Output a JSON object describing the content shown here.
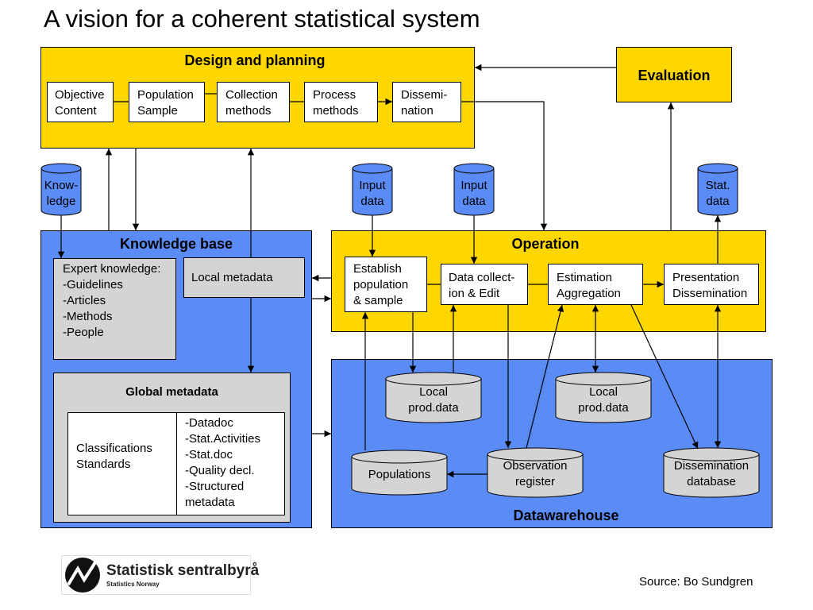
{
  "title": "A vision for a coherent statistical system",
  "design": {
    "header": "Design and planning",
    "steps": [
      "Objective\nContent",
      "Population\nSample",
      "Collection\nmethods",
      "Process\nmethods",
      "Dissemi-\nnation"
    ]
  },
  "evaluation": "Evaluation",
  "knowledge_cyl": "Know-\nledge",
  "input_cyl_1": "Input\ndata",
  "input_cyl_2": "Input\ndata",
  "stat_cyl": "Stat.\ndata",
  "knowledge_base": {
    "header": "Knowledge base",
    "expert": "Expert knowledge:\n-Guidelines\n-Articles\n-Methods\n-People",
    "local_metadata": "Local metadata",
    "global_metadata": {
      "header": "Global metadata",
      "left": "Classifications\nStandards",
      "right": "-Datadoc\n-Stat.Activities\n-Stat.doc\n-Quality decl.\n-Structured\n metadata"
    }
  },
  "operation": {
    "header": "Operation",
    "steps": [
      "Establish\npopulation\n& sample",
      "Data collect-\nion & Edit",
      "Estimation\nAggregation",
      "Presentation\nDissemination"
    ]
  },
  "datawarehouse": {
    "footer": "Datawarehouse",
    "local_prod_1": "Local\nprod.data",
    "local_prod_2": "Local\nprod.data",
    "populations": "Populations",
    "observation_register": "Observation\nregister",
    "dissemination_db": "Dissemination\ndatabase"
  },
  "logo": {
    "name": "Statistisk sentralbyrå",
    "sub": "Statistics Norway"
  },
  "source": "Source:  Bo Sundgren",
  "colors": {
    "panel_yellow": "#ffd700",
    "panel_blue": "#5b8cf6",
    "box_grey": "#d4d4d4"
  }
}
